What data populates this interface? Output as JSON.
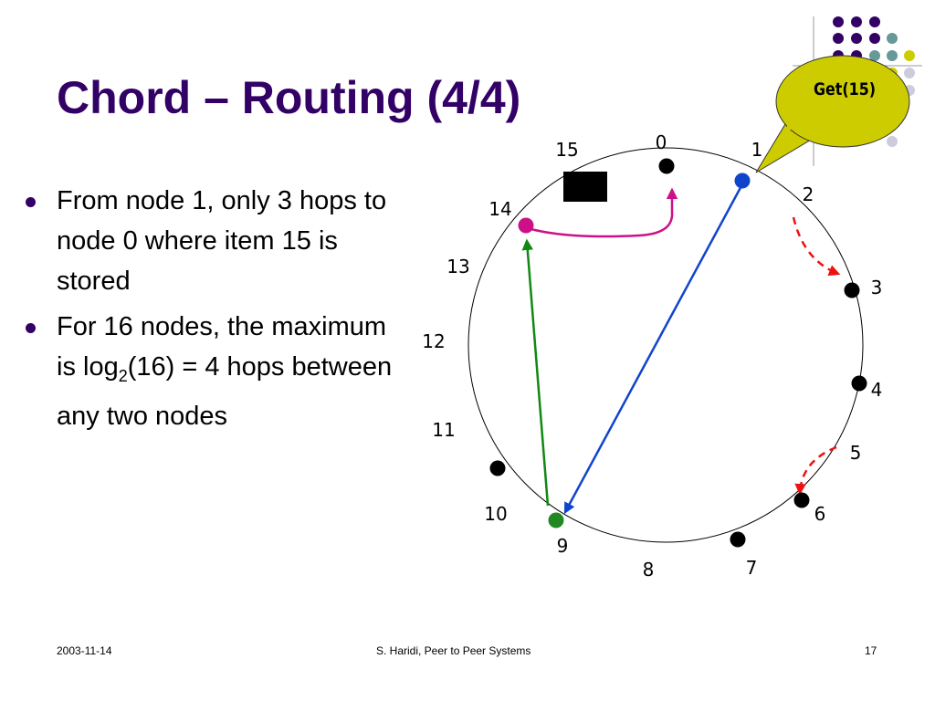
{
  "slide": {
    "title": "Chord – Routing (4/4)",
    "bullets": [
      {
        "text": "From node 1, only 3 hops to node 0 where item 15 is stored"
      },
      {
        "pre": "For 16 nodes, the maximum is log",
        "sub": "2",
        "post": "(16) = 4 hops between any two nodes"
      }
    ],
    "callout": "Get(15)",
    "footer": {
      "date": "2003-11-14",
      "author": "S. Haridi, Peer to Peer Systems",
      "page": "17"
    }
  },
  "ring": {
    "labels": [
      "0",
      "1",
      "2",
      "3",
      "4",
      "5",
      "6",
      "7",
      "8",
      "9",
      "10",
      "11",
      "12",
      "13",
      "14",
      "15"
    ],
    "nodes": [
      {
        "id": "0",
        "color": "#000000"
      },
      {
        "id": "1",
        "color": "#1144cc"
      },
      {
        "id": "3",
        "color": "#000000"
      },
      {
        "id": "4",
        "color": "#000000"
      },
      {
        "id": "6",
        "color": "#000000"
      },
      {
        "id": "7",
        "color": "#000000"
      },
      {
        "id": "9",
        "color": "#228822"
      },
      {
        "id": "11",
        "color": "#000000"
      },
      {
        "id": "14",
        "color": "#cc1188"
      }
    ],
    "stored_item": "15",
    "hops": [
      {
        "from": "1",
        "to": "9",
        "color": "#1144cc"
      },
      {
        "from": "9",
        "to": "14",
        "color": "#118811"
      },
      {
        "from": "14",
        "to": "0",
        "color": "#cc1188"
      }
    ]
  },
  "colors": {
    "title": "#330066",
    "callout_fill": "#cccc00",
    "dashed_arrows": "#ee1111"
  }
}
